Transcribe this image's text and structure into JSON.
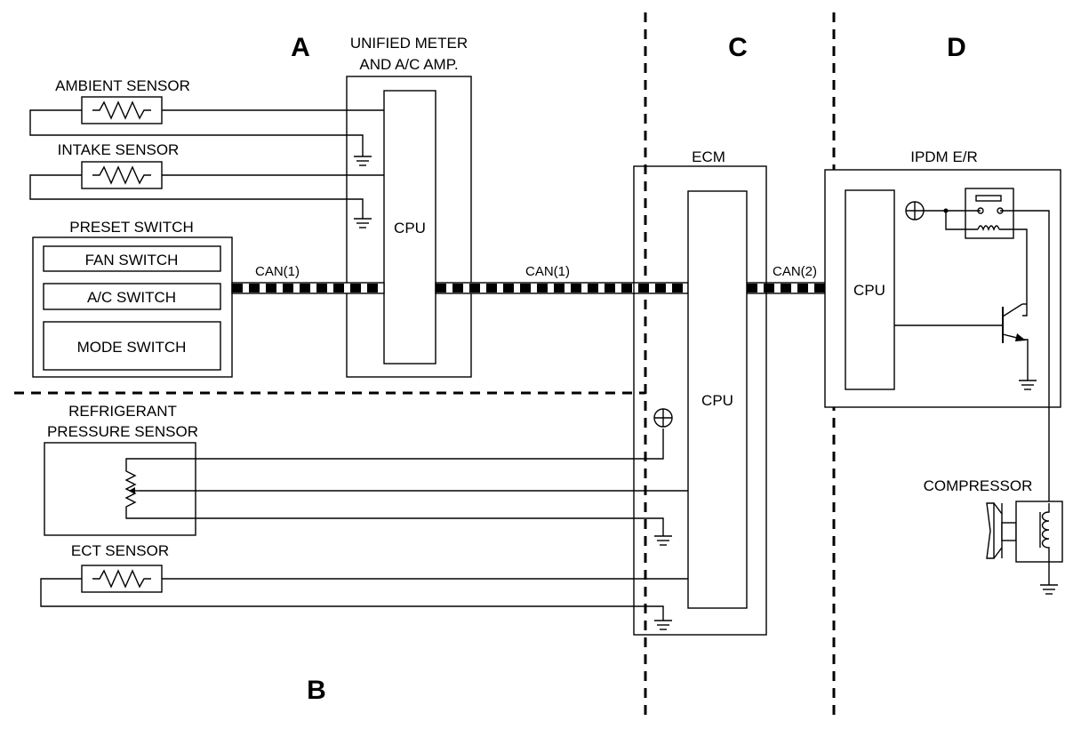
{
  "zones": {
    "a": "A",
    "b": "B",
    "c": "C",
    "d": "D"
  },
  "unified_meter": {
    "title_line1": "UNIFIED METER",
    "title_line2": "AND A/C AMP.",
    "cpu": "CPU"
  },
  "ambient_sensor": {
    "label": "AMBIENT SENSOR"
  },
  "intake_sensor": {
    "label": "INTAKE SENSOR"
  },
  "preset_switch": {
    "title": "PRESET SWITCH",
    "fan": "FAN SWITCH",
    "ac": "A/C SWITCH",
    "mode": "MODE SWITCH"
  },
  "can_bus": {
    "seg1": "CAN(1)",
    "seg2": "CAN(1)",
    "seg3": "CAN(2)"
  },
  "ecm": {
    "title": "ECM",
    "cpu": "CPU"
  },
  "ipdm": {
    "title": "IPDM E/R",
    "cpu": "CPU"
  },
  "refrigerant_sensor": {
    "line1": "REFRIGERANT",
    "line2": "PRESSURE SENSOR"
  },
  "ect_sensor": {
    "label": "ECT SENSOR"
  },
  "compressor": {
    "label": "COMPRESSOR"
  },
  "icons": [
    "resistor-icon",
    "ground-icon",
    "power-icon",
    "relay-icon",
    "transistor-icon",
    "coil-icon",
    "clutch-icon"
  ]
}
